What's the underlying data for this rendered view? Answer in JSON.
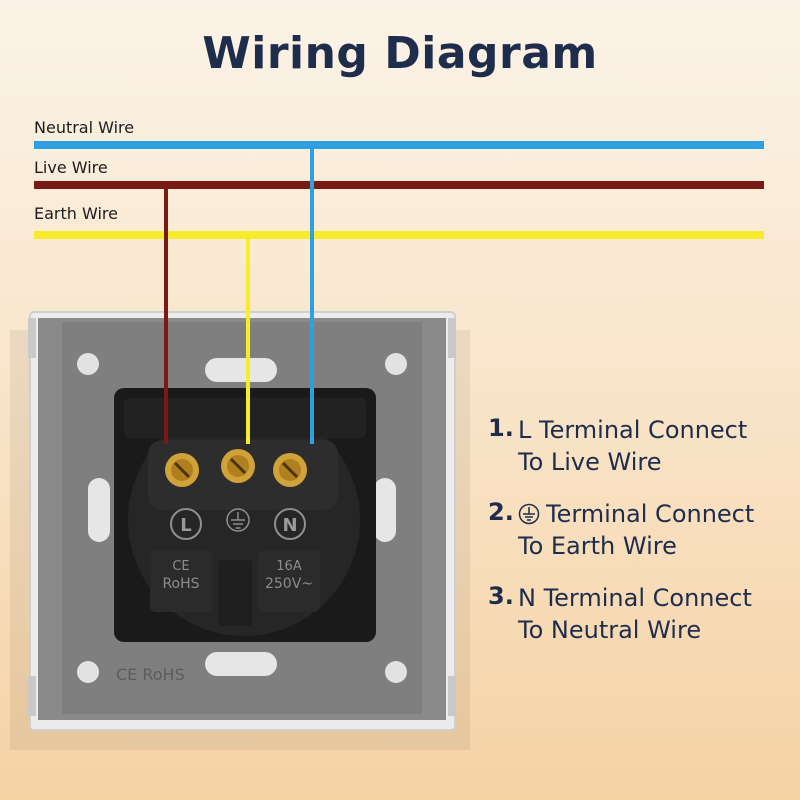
{
  "title": "Wiring Diagram",
  "wires": {
    "neutral": {
      "label": "Neutral Wire",
      "color": "#2e9fe0"
    },
    "live": {
      "label": "Live Wire",
      "color": "#7a1a14"
    },
    "earth": {
      "label": "Earth Wire",
      "color": "#f7ec2c"
    }
  },
  "socket": {
    "terminal_l": "L",
    "terminal_n": "N",
    "rating_current": "16A",
    "rating_voltage": "250V~",
    "cert_left": "CE",
    "cert_rohs": "RoHS",
    "frame_mark": "CE RoHS",
    "earth_icon": "earth-ground-symbol"
  },
  "steps": [
    {
      "number": "1.",
      "line1": "L Terminal Connect",
      "line2": "To Live Wire"
    },
    {
      "number": "2.",
      "line1": "Terminal Connect",
      "line2": "To Earth Wire",
      "icon": "earth-ground-icon"
    },
    {
      "number": "3.",
      "line1": "N Terminal Connect",
      "line2": "To Neutral Wire"
    }
  ]
}
